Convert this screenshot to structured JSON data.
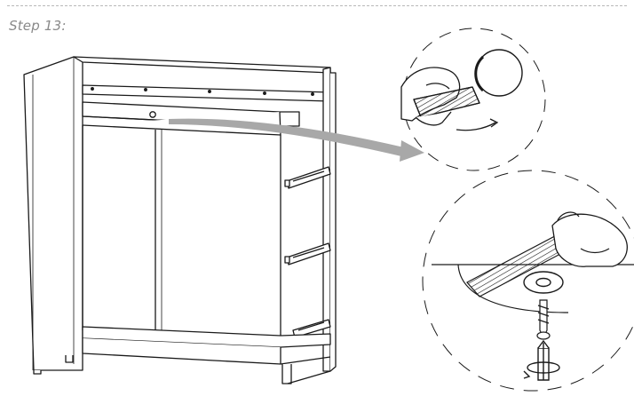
{
  "step": {
    "title": "Step 13:"
  },
  "colors": {
    "line": "#1a1a1a",
    "arrow": "#a8a8a8",
    "divider": "#b8b8b8",
    "title": "#8a8a8a"
  },
  "icons": [
    "cabinet-illustration",
    "detail-circle-peel-cap",
    "detail-circle-attach-cap",
    "curved-arrow-icon",
    "screwdriver-icon",
    "screw-icon",
    "washer-icon",
    "hand-icon",
    "cap-cover-icon"
  ]
}
